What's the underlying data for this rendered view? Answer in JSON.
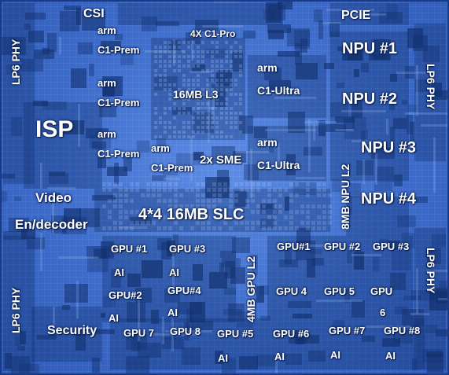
{
  "labels": {
    "csi": "CSI",
    "pcie": "PCIE",
    "lp6_phy_left_top": "LP6 PHY",
    "lp6_phy_left_bottom": "LP6 PHY",
    "lp6_phy_right_top": "LP6 PHY",
    "lp6_phy_right_bottom": "LP6 PHY",
    "arm": "arm",
    "c1_prem": "C1-Prem",
    "c1_ultra": "C1-Ultra",
    "c1_pro_4x": "4X C1-Pro",
    "l3": "16MB L3",
    "sme": "2x SME",
    "isp": "ISP",
    "video": "Video",
    "en_decoder": "En/decoder",
    "slc": "4*4 16MB SLC",
    "npu_l2": "8MB NPU L2",
    "npu1": "NPU #1",
    "npu2": "NPU #2",
    "npu3": "NPU #3",
    "npu4": "NPU #4",
    "gpu_l2": "4MB GPU L2",
    "security": "Security",
    "ai": "AI",
    "gpu_1a": "GPU #1",
    "gpu_3a": "GPU #3",
    "gpu_2a": "GPU#2",
    "gpu_4a": "GPU#4",
    "gpu_7a": "GPU 7",
    "gpu_8a": "GPU 8",
    "gpu_5a": "GPU #5",
    "gpu_6a": "GPU #6",
    "gpu_7b": "GPU #7",
    "gpu_8b": "GPU #8",
    "gpu_1b": "GPU#1",
    "gpu_2b": "GPU #2",
    "gpu_3b": "GPU #3",
    "gpu_4b": "GPU 4",
    "gpu_5b": "GPU 5",
    "gpu_6b": "GPU",
    "gpu_6b_num": "6"
  },
  "colors": {
    "die_blue": "#3d6ccc",
    "dark_block": "#12306e",
    "label_text": "#ffffff"
  }
}
